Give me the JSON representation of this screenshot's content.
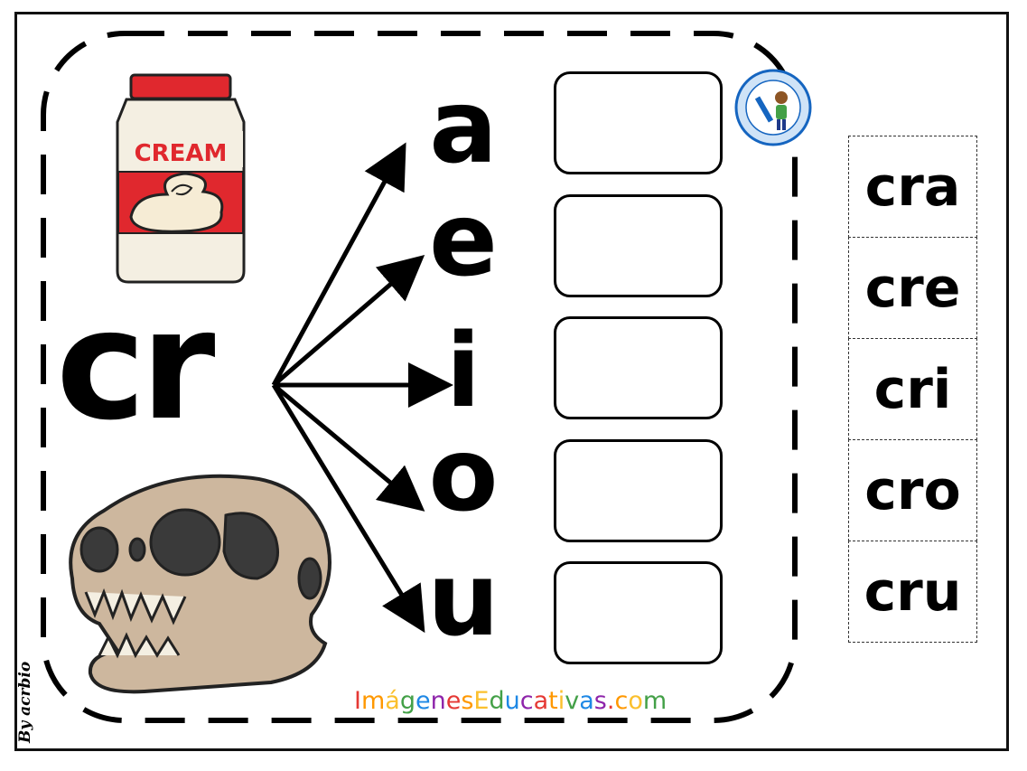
{
  "worksheet": {
    "consonant_blend": "cr",
    "vowels": [
      "a",
      "e",
      "i",
      "o",
      "u"
    ],
    "answer_slots": 5,
    "syllable_tiles": [
      "cra",
      "cre",
      "cri",
      "cro",
      "cru"
    ],
    "picture_1": {
      "name": "cream-jar",
      "label": "CREAM"
    },
    "picture_2": {
      "name": "dinosaur-skull"
    },
    "brand": {
      "letters": [
        "I",
        "m",
        "á",
        "g",
        "e",
        "n",
        "e",
        "s",
        "E",
        "d",
        "u",
        "c",
        "a",
        "t",
        "i",
        "v",
        "a",
        "s",
        ".",
        "c",
        "o",
        "m"
      ],
      "colors": [
        "#e53935",
        "#ff9800",
        "#fbc02d",
        "#43a047",
        "#1e88e5",
        "#8e24aa",
        "#e53935",
        "#ff9800",
        "#fbc02d",
        "#43a047",
        "#1e88e5",
        "#8e24aa",
        "#e53935",
        "#ff9800",
        "#fbc02d",
        "#43a047",
        "#1e88e5",
        "#8e24aa",
        "#e53935",
        "#ff9800",
        "#fbc02d",
        "#43a047"
      ]
    },
    "seal_text": "http://www.imageneseducativas.com",
    "credit": "By acrbio"
  },
  "colors": {
    "ink": "#000000",
    "jar_red": "#e0282e",
    "jar_cream": "#f4efe2",
    "skull_bone": "#cdb79e",
    "skull_dark": "#3a3a3a",
    "seal_blue": "#1565c0"
  }
}
